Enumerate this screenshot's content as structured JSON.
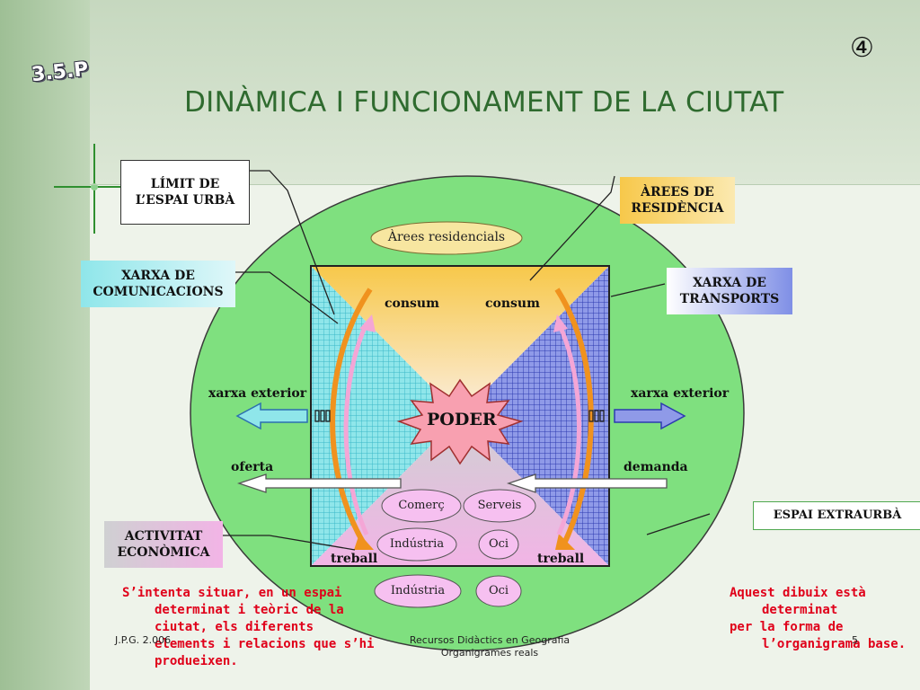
{
  "slide": {
    "code": "3.5.P",
    "number_symbol": "④",
    "title": "DINÀMICA I FUNCIONAMENT DE LA CIUTAT"
  },
  "labels": {
    "limit_line1": "LÍMIT DE",
    "limit_line2": "L’ESPAI URBÀ",
    "arees_line1": "ÀREES DE",
    "arees_line2": "RESIDÈNCIA",
    "xarxa_com_line1": "XARXA DE",
    "xarxa_com_line2": "COMUNICACIONS",
    "xarxa_tr_line1": "XARXA DE",
    "xarxa_tr_line2": "TRANSPORTS",
    "activitat_line1": "ACTIVITAT",
    "activitat_line2": "ECONÒMICA",
    "extraurba": "ESPAI EXTRAURBÀ"
  },
  "diagram": {
    "arees_residencials": "Àrees residencials",
    "consum_left": "consum",
    "consum_right": "consum",
    "xarxa_exterior_left": "xarxa exterior",
    "xarxa_exterior_right": "xarxa exterior",
    "poder": "PODER",
    "oferta": "oferta",
    "demanda": "demanda",
    "treball_left": "treball",
    "treball_right": "treball",
    "ovals": [
      "Comerç",
      "Serveis",
      "Indústria",
      "Oci"
    ],
    "outer_ovals": [
      "Indústria",
      "Oci"
    ]
  },
  "notes": {
    "left_lines": [
      "S’intenta situar, en un espai",
      "determinat i teòric de la",
      "ciutat, els diferents",
      "elements i relacions que s’hi",
      "produeixen."
    ],
    "right_lines": [
      "Aquest dibuix està",
      "determinat",
      "per la forma de",
      "l’organigrama base."
    ]
  },
  "footer": {
    "author": "J.P.G. 2.006",
    "center_line1": "Recursos Didàctics en Geografia",
    "center_line2": "Organigrames reals",
    "page": "5"
  },
  "colors": {
    "title": "#2f6b2f",
    "ellipse": "#7fe07f",
    "notes": "#e0001a",
    "arrow_orange": "#f0921e",
    "arrow_pink": "#f090c8"
  }
}
